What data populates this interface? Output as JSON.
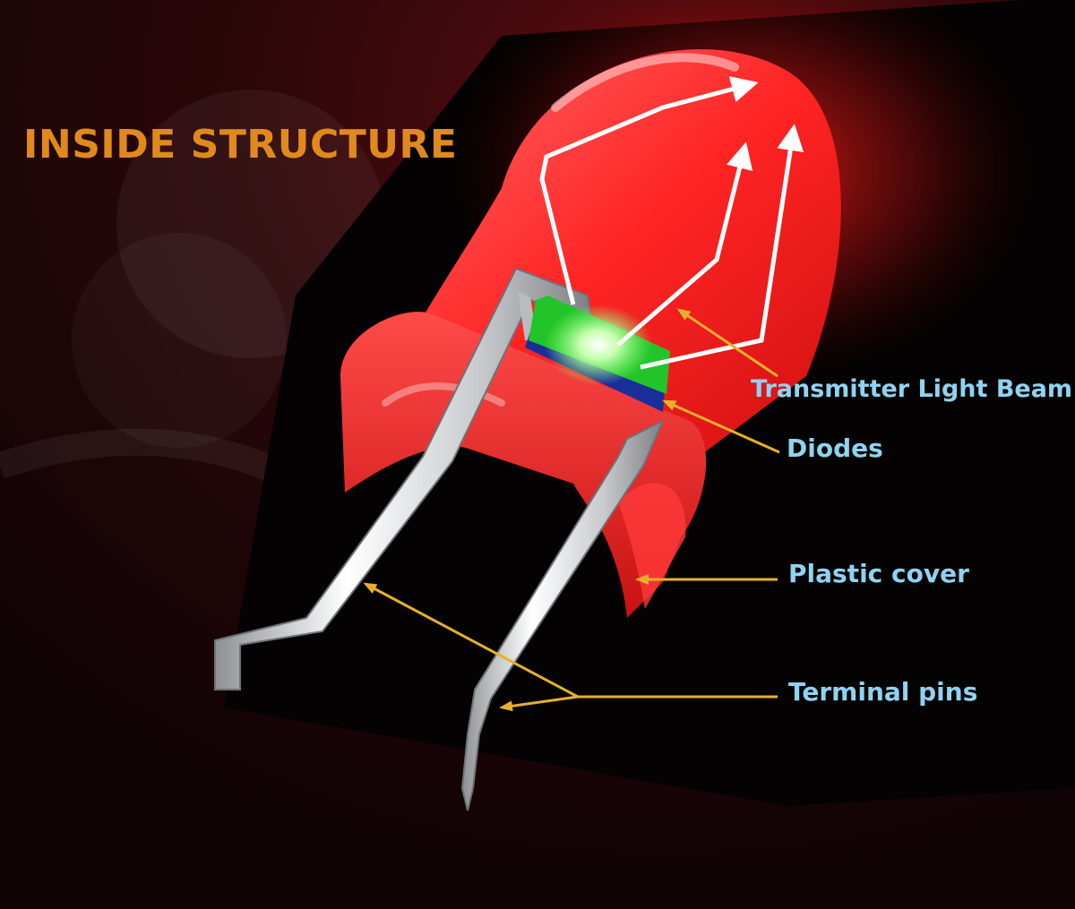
{
  "title": "INSIDE STRUCTURE",
  "colors": {
    "title": "#e08a1e",
    "label": "#8fd3f0",
    "leader_line": "#e8b02a",
    "lens": "#ff2a2a",
    "chip": "#23c42a",
    "pins": "#d0d2d4",
    "background": "#140508"
  },
  "labels": {
    "light_beam": "Transmitter Light Beam",
    "diodes": "Diodes",
    "plastic_cover": "Plastic cover",
    "terminal_pins": "Terminal pins"
  }
}
